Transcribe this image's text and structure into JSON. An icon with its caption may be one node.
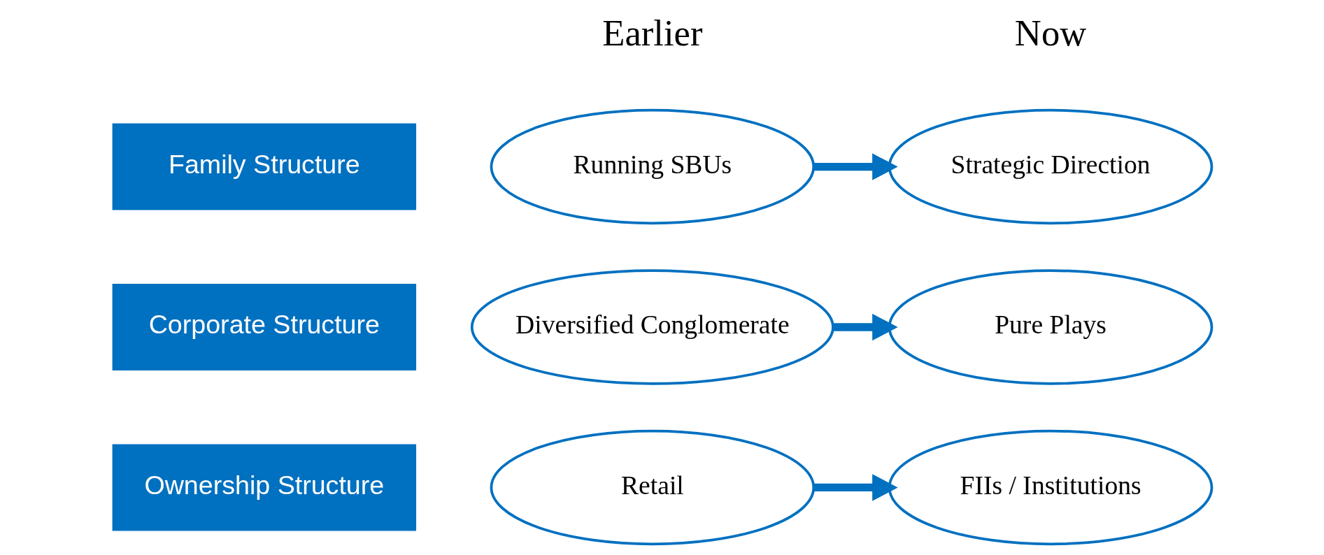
{
  "diagram": {
    "nodes": [
      {
        "text": [
          "Family Structure"
        ]
      },
      {
        "text": [
          "Running SBUs"
        ]
      },
      {
        "text": [
          "Strategic Direction"
        ]
      },
      {
        "text": [
          "Corporate Structure"
        ]
      },
      {
        "text": [
          "Diversified Conglomerate"
        ]
      },
      {
        "text": [
          "Pure Plays"
        ]
      },
      {
        "text": [
          "Ownership Structure"
        ]
      },
      {
        "text": [
          "Retail"
        ]
      },
      {
        "text": [
          "FIIs / Institutions"
        ]
      }
    ],
    "edges": [
      {
        "from": 1,
        "to": 2,
        "arrow": "to"
      },
      {
        "from": 4,
        "to": 5,
        "arrow": "to"
      },
      {
        "from": 7,
        "to": 8,
        "arrow": "to"
      }
    ],
    "labels": [
      "Earlier",
      "Now"
    ]
  }
}
